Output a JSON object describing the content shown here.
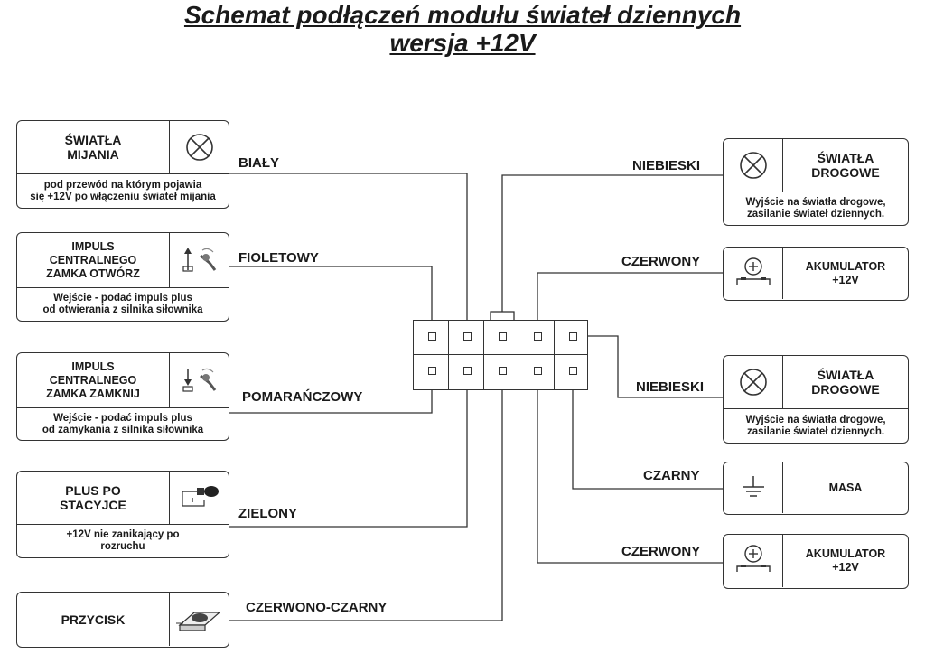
{
  "title_line1": "Schemat podłączeń modułu świateł dziennych",
  "title_line2": "wersja +12V",
  "left_boxes": [
    {
      "label": "ŚWIATŁA\nMIJANIA",
      "desc": "pod przewód na którym pojawia\nsię +12V po włączeniu świateł mijania",
      "icon": "lamp-icon",
      "wire": "BIAŁY"
    },
    {
      "label": "IMPULS\nCENTRALNEGO\nZAMKA OTWÓRZ",
      "desc": "Wejście - podać impuls plus\nod otwierania z silnika siłownika",
      "icon": "lock-open-actuator-icon",
      "wire": "FIOLETOWY"
    },
    {
      "label": "IMPULS\nCENTRALNEGO\nZAMKA ZAMKNIJ",
      "desc": "Wejście - podać impuls plus\nod zamykania z silnika siłownika",
      "icon": "lock-close-actuator-icon",
      "wire": "POMARAŃCZOWY"
    },
    {
      "label": "PLUS PO\nSTACYJCE",
      "desc": "+12V nie zanikający po\nrozruchu",
      "icon": "ignition-key-icon",
      "wire": "ZIELONY"
    },
    {
      "label": "PRZYCISK",
      "desc": "",
      "icon": "push-button-icon",
      "wire": "CZERWONO-CZARNY"
    }
  ],
  "right_boxes": [
    {
      "label": "ŚWIATŁA\nDROGOWE",
      "desc": "Wyjście na światła drogowe,\nzasilanie świateł dziennych.",
      "icon": "lamp-icon",
      "wire": "NIEBIESKI"
    },
    {
      "label": "AKUMULATOR\n+12V",
      "desc": "",
      "icon": "battery-icon",
      "wire": "CZERWONY"
    },
    {
      "label": "ŚWIATŁA\nDROGOWE",
      "desc": "Wyjście na światła drogowe,\nzasilanie świateł dziennych.",
      "icon": "lamp-icon",
      "wire": "NIEBIESKI"
    },
    {
      "label": "MASA",
      "desc": "",
      "icon": "ground-icon",
      "wire": "CZARNY"
    },
    {
      "label": "AKUMULATOR\n+12V",
      "desc": "",
      "icon": "battery-icon",
      "wire": "CZERWONY"
    }
  ],
  "colors": {
    "line": "#333333",
    "text": "#1a1a1a"
  }
}
